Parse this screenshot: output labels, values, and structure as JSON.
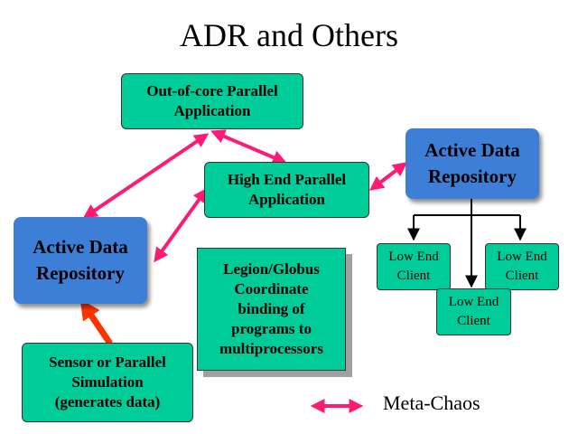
{
  "title": "ADR and Others",
  "boxes": {
    "out_of_core": "Out-of-core Parallel\nApplication",
    "high_end": "High End Parallel\nApplication",
    "adr_right": "Active Data\nRepository",
    "adr_left": "Active Data\nRepository",
    "legion_globus": "Legion/Globus\nCoordinate\nbinding of\nprograms to\nmultiprocessors",
    "sensor": "Sensor or Parallel\nSimulation\n(generates data)",
    "client_left": "Low End\nClient",
    "client_center": "Low End\nClient",
    "client_right": "Low End\nClient"
  },
  "legend": {
    "label": "Meta-Chaos"
  },
  "colors": {
    "box_green": "#00cc99",
    "box_blue": "#3d7fd6",
    "meta_chaos_arrow": "#ff1a75",
    "sensor_arrow": "#ff3300"
  }
}
